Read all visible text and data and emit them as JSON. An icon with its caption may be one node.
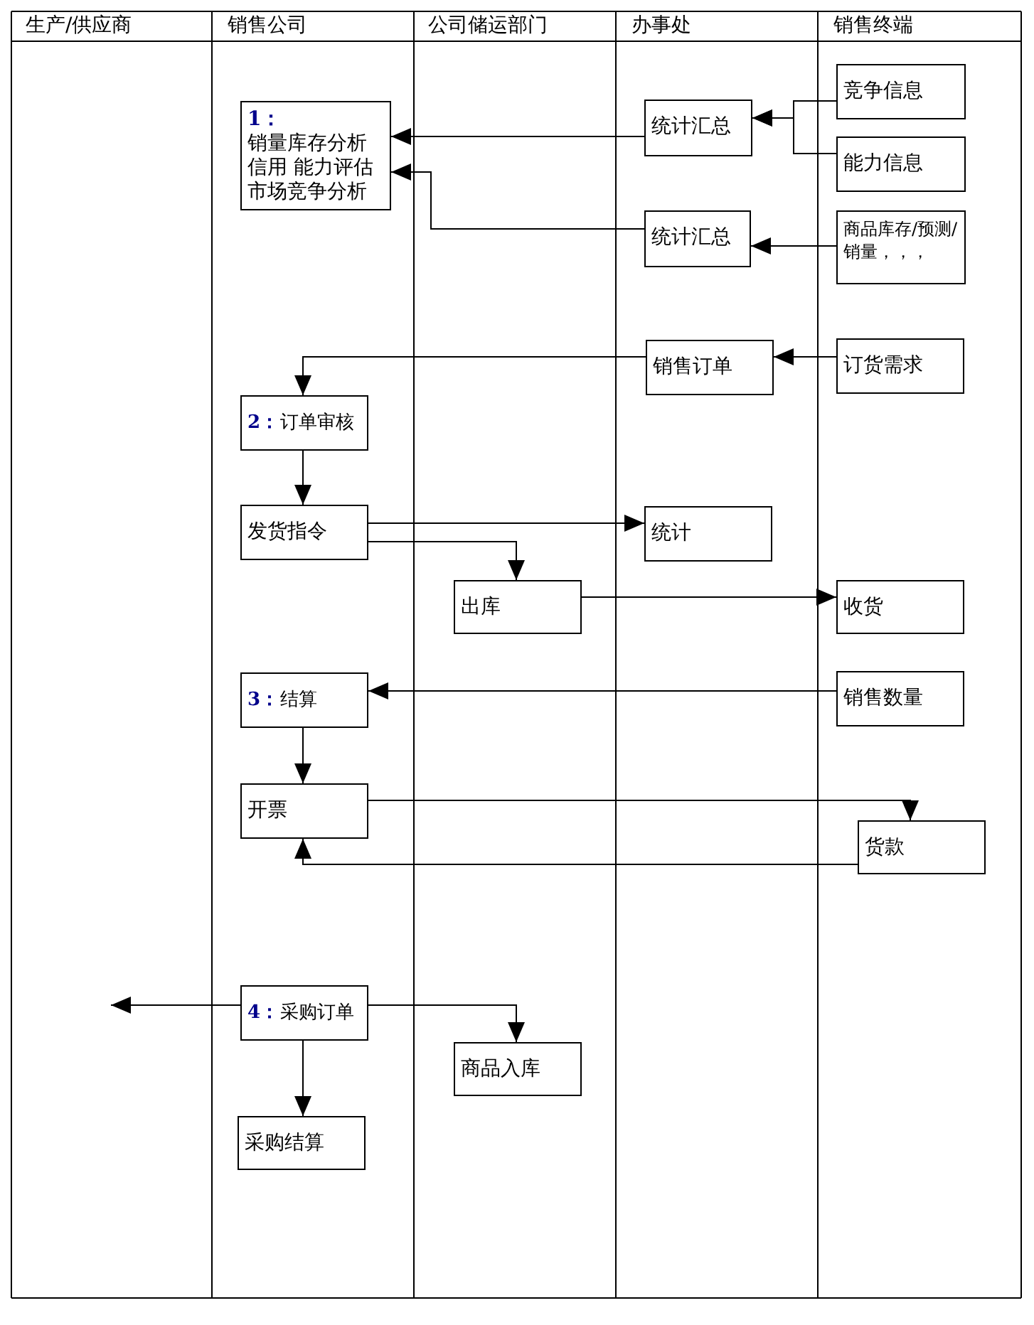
{
  "diagram": {
    "nodes": [
      {
        "text": [
          "1：",
          "销量库存分析",
          "信用 能力评估",
          "市场竞争分析"
        ]
      },
      {
        "text": [
          "统计汇总"
        ]
      },
      {
        "text": [
          "竞争信息"
        ]
      },
      {
        "text": [
          "能力信息"
        ]
      },
      {
        "text": [
          "统计汇总"
        ]
      },
      {
        "text": [
          "商品库存/预测/销量，，，"
        ]
      },
      {
        "text": [
          "销售订单"
        ]
      },
      {
        "text": [
          "订货需求"
        ]
      },
      {
        "text": [
          "2：",
          "订单审核"
        ]
      },
      {
        "text": [
          "发货指令"
        ]
      },
      {
        "text": [
          "统计"
        ]
      },
      {
        "text": [
          "出库"
        ]
      },
      {
        "text": [
          "收货"
        ]
      },
      {
        "text": [
          "3：",
          "结算"
        ]
      },
      {
        "text": [
          "销售数量"
        ]
      },
      {
        "text": [
          "开票"
        ]
      },
      {
        "text": [
          "货款"
        ]
      },
      {
        "text": [
          "4：",
          "采购订单"
        ]
      },
      {
        "text": [
          "商品入库"
        ]
      },
      {
        "text": [
          "采购结算"
        ]
      }
    ],
    "edges": [
      {
        "from": 1,
        "to": 0,
        "arrow": "to"
      },
      {
        "from": 2,
        "to": 1,
        "arrow": "to"
      },
      {
        "from": 3,
        "to": 1,
        "arrow": "to"
      },
      {
        "from": 4,
        "to": 0,
        "arrow": "to"
      },
      {
        "from": 5,
        "to": 4,
        "arrow": "to"
      },
      {
        "from": 7,
        "to": 6,
        "arrow": "to"
      },
      {
        "from": 6,
        "to": 8,
        "arrow": "to"
      },
      {
        "from": 8,
        "to": 9,
        "arrow": "to"
      },
      {
        "from": 9,
        "to": 10,
        "arrow": "to"
      },
      {
        "from": 9,
        "to": 11,
        "arrow": "to"
      },
      {
        "from": 11,
        "to": 12,
        "arrow": "to"
      },
      {
        "from": 14,
        "to": 13,
        "arrow": "to"
      },
      {
        "from": 13,
        "to": 15,
        "arrow": "to"
      },
      {
        "from": 15,
        "to": 16,
        "arrow": "to"
      },
      {
        "from": 16,
        "to": 15,
        "arrow": "to"
      },
      {
        "from": 17,
        "to": null,
        "arrow": "to"
      },
      {
        "from": 17,
        "to": 18,
        "arrow": "to"
      },
      {
        "from": 17,
        "to": 19,
        "arrow": "to"
      }
    ],
    "labels": [
      "生产/供应商",
      "销售公司",
      "公司储运部门",
      "办事处",
      "销售终端"
    ]
  }
}
